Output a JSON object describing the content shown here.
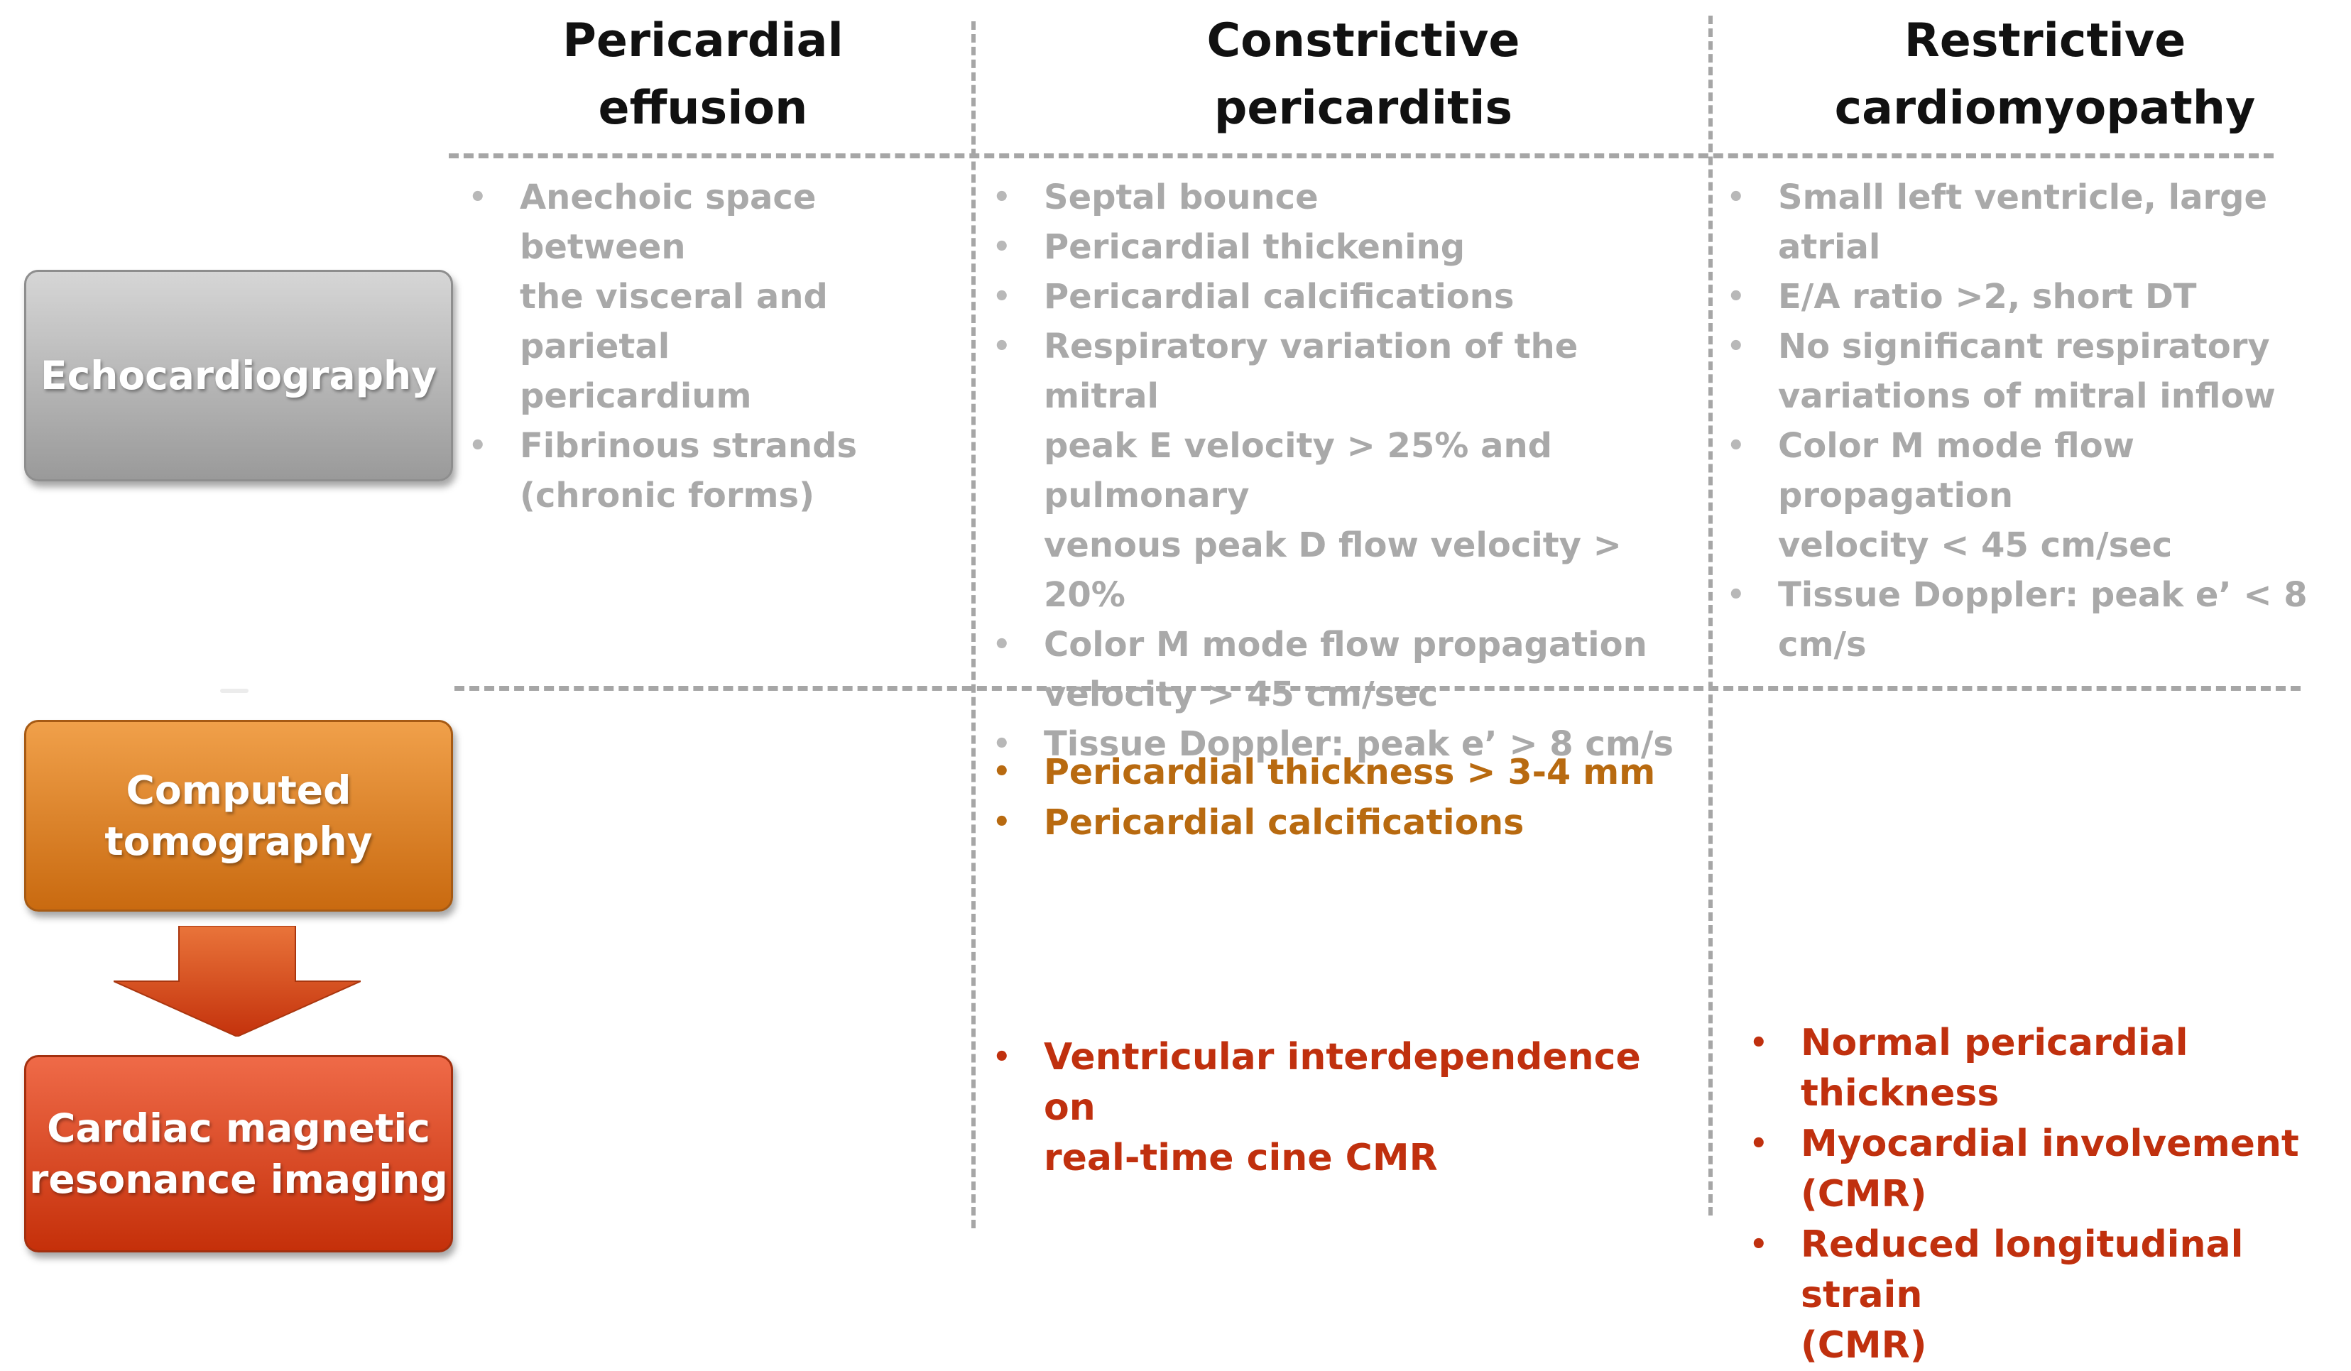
{
  "columns": [
    {
      "line1": "Pericardial",
      "line2": "effusion"
    },
    {
      "line1": "Constrictive",
      "line2": "pericarditis"
    },
    {
      "line1": "Restrictive",
      "line2": "cardiomyopathy"
    }
  ],
  "modalities": {
    "echo": "Echocardiography",
    "ct_line1": "Computed",
    "ct_line2": "tomography",
    "cmr_line1": "Cardiac magnetic",
    "cmr_line2": "resonance imaging"
  },
  "bullet": "•",
  "echo_effusion": [
    [
      "Anechoic space between",
      "the visceral and parietal",
      "pericardium"
    ],
    [
      "Fibrinous strands",
      "(chronic forms)"
    ]
  ],
  "echo_constrictive": [
    [
      "Septal bounce"
    ],
    [
      "Pericardial thickening"
    ],
    [
      "Pericardial calcifications"
    ],
    [
      "Respiratory variation of the mitral",
      "peak E velocity > 25% and pulmonary",
      "venous peak D flow velocity > 20%"
    ],
    [
      "Color M mode flow propagation",
      "velocity > 45 cm/sec"
    ],
    [
      "Tissue Doppler: peak e’ > 8 cm/s"
    ]
  ],
  "echo_restrictive": [
    [
      "Small left ventricle, large atrial"
    ],
    [
      "E/A ratio >2, short DT"
    ],
    [
      "No significant respiratory",
      "variations of mitral inflow"
    ],
    [
      "Color M mode flow propagation",
      "velocity < 45 cm/sec"
    ],
    [
      "Tissue Doppler: peak e’ < 8 cm/s"
    ]
  ],
  "ct_constrictive": [
    [
      "Pericardial thickness > 3-4 mm"
    ],
    [
      "Pericardial calcifications"
    ]
  ],
  "cmr_constrictive": [
    [
      "Ventricular interdependence on",
      "real-time cine CMR"
    ]
  ],
  "cmr_restrictive": [
    [
      "Normal  pericardial thickness"
    ],
    [
      "Myocardial involvement (CMR)"
    ],
    [
      "Reduced longitudinal strain",
      "(CMR)"
    ]
  ],
  "colors": {
    "echo_text": "#a9a9a9",
    "ct_text": "#b86a10",
    "cmr_text": "#c0300e",
    "grid": "#a6a6a6"
  }
}
